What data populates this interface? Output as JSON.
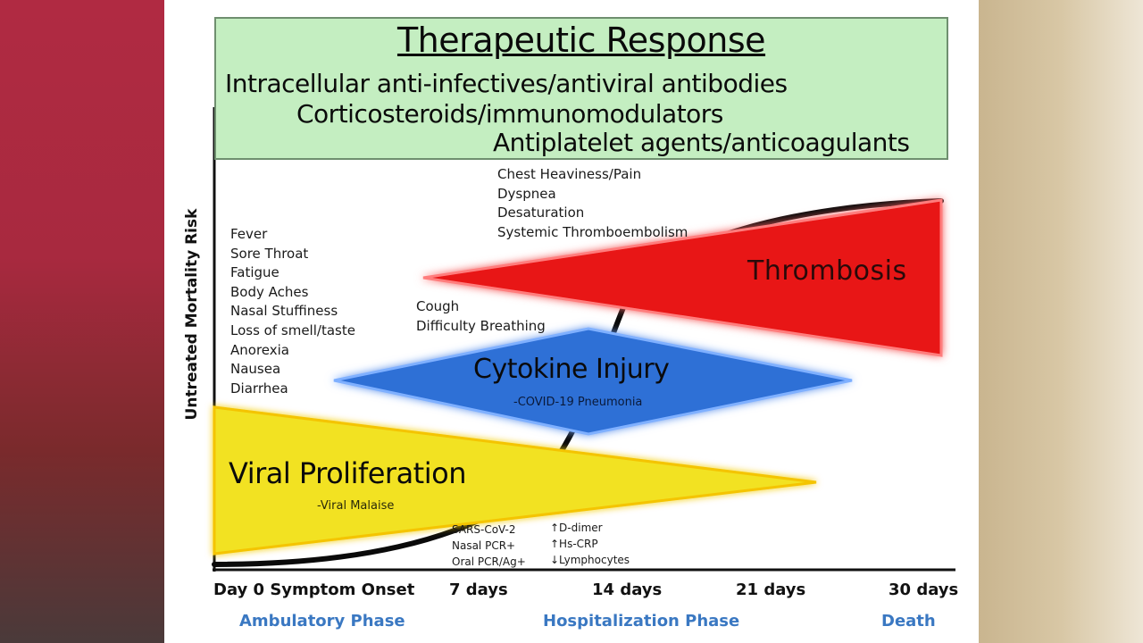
{
  "banner": {
    "title": "Therapeutic Response",
    "lines": [
      "Intracellular anti-infectives/antiviral antibodies",
      "Corticosteroids/immunomodulators",
      "Antiplatelet agents/anticoagulants"
    ]
  },
  "y_axis_label": "Untreated Mortality Risk",
  "x_ticks": [
    "Day 0 Symptom Onset",
    "7 days",
    "14 days",
    "21 days",
    "30 days"
  ],
  "phases": [
    "Ambulatory Phase",
    "Hospitalization Phase",
    "Death"
  ],
  "early_symptoms": [
    "Fever",
    "Sore Throat",
    "Fatigue",
    "Body Aches",
    "Nasal Stuffiness",
    "Loss of smell/taste",
    "Anorexia",
    "Nausea",
    "Diarrhea"
  ],
  "cough_symptoms": [
    "Cough",
    "Difficulty Breathing"
  ],
  "late_symptoms": [
    "Chest Heaviness/Pain",
    "Dyspnea",
    "Desaturation",
    "Systemic Thromboembolism"
  ],
  "stages": {
    "viral": {
      "title": "Viral Proliferation",
      "subtitle": "-Viral Malaise",
      "color": "#f2e224"
    },
    "cytokine": {
      "title": "Cytokine Injury",
      "subtitle": "-COVID-19 Pneumonia",
      "color": "#2f6fd6"
    },
    "thrombosis": {
      "title": "Thrombosis",
      "color": "#e81212"
    }
  },
  "tests": [
    "SARS-CoV-2",
    "Nasal PCR+",
    "Oral PCR/Ag+"
  ],
  "labs": [
    "↑D-dimer",
    "↑Hs-CRP",
    "↓Lymphocytes"
  ]
}
